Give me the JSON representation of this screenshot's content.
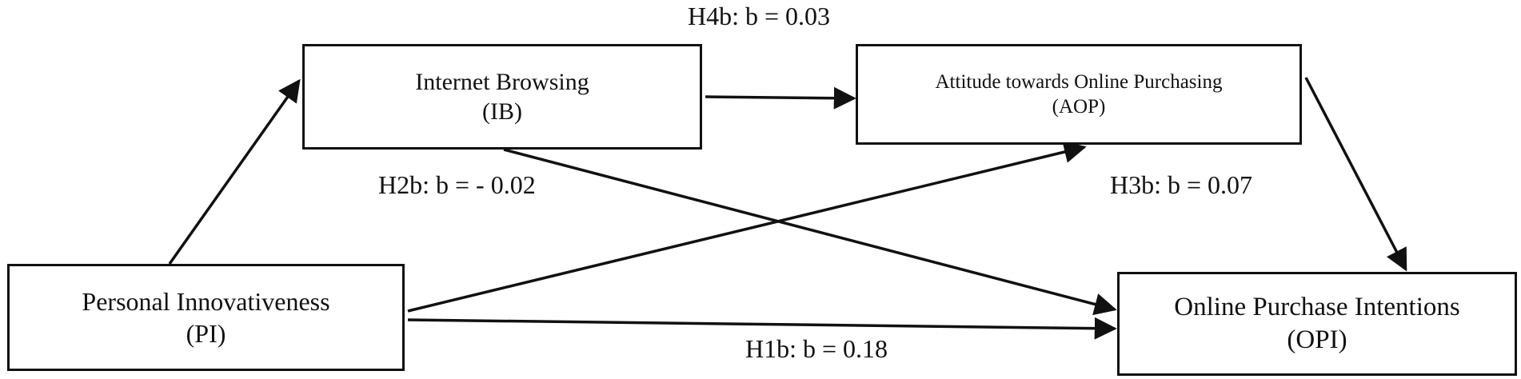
{
  "nodes": {
    "ib": {
      "name": "Internet Browsing",
      "abbr": "(IB)"
    },
    "aop": {
      "name": "Attitude towards Online Purchasing",
      "abbr": "(AOP)"
    },
    "pi": {
      "name": "Personal Innovativeness",
      "abbr": "(PI)"
    },
    "opi": {
      "name": "Online Purchase Intentions",
      "abbr": "(OPI)"
    }
  },
  "edges": {
    "h4b": {
      "label": "H4b: b = 0.03"
    },
    "h2b": {
      "label": "H2b: b = - 0.02"
    },
    "h3b": {
      "label": "H3b: b = 0.07"
    },
    "h1b": {
      "label": "H1b: b = 0.18"
    }
  },
  "colors": {
    "stroke": "#111111",
    "background": "#ffffff"
  }
}
